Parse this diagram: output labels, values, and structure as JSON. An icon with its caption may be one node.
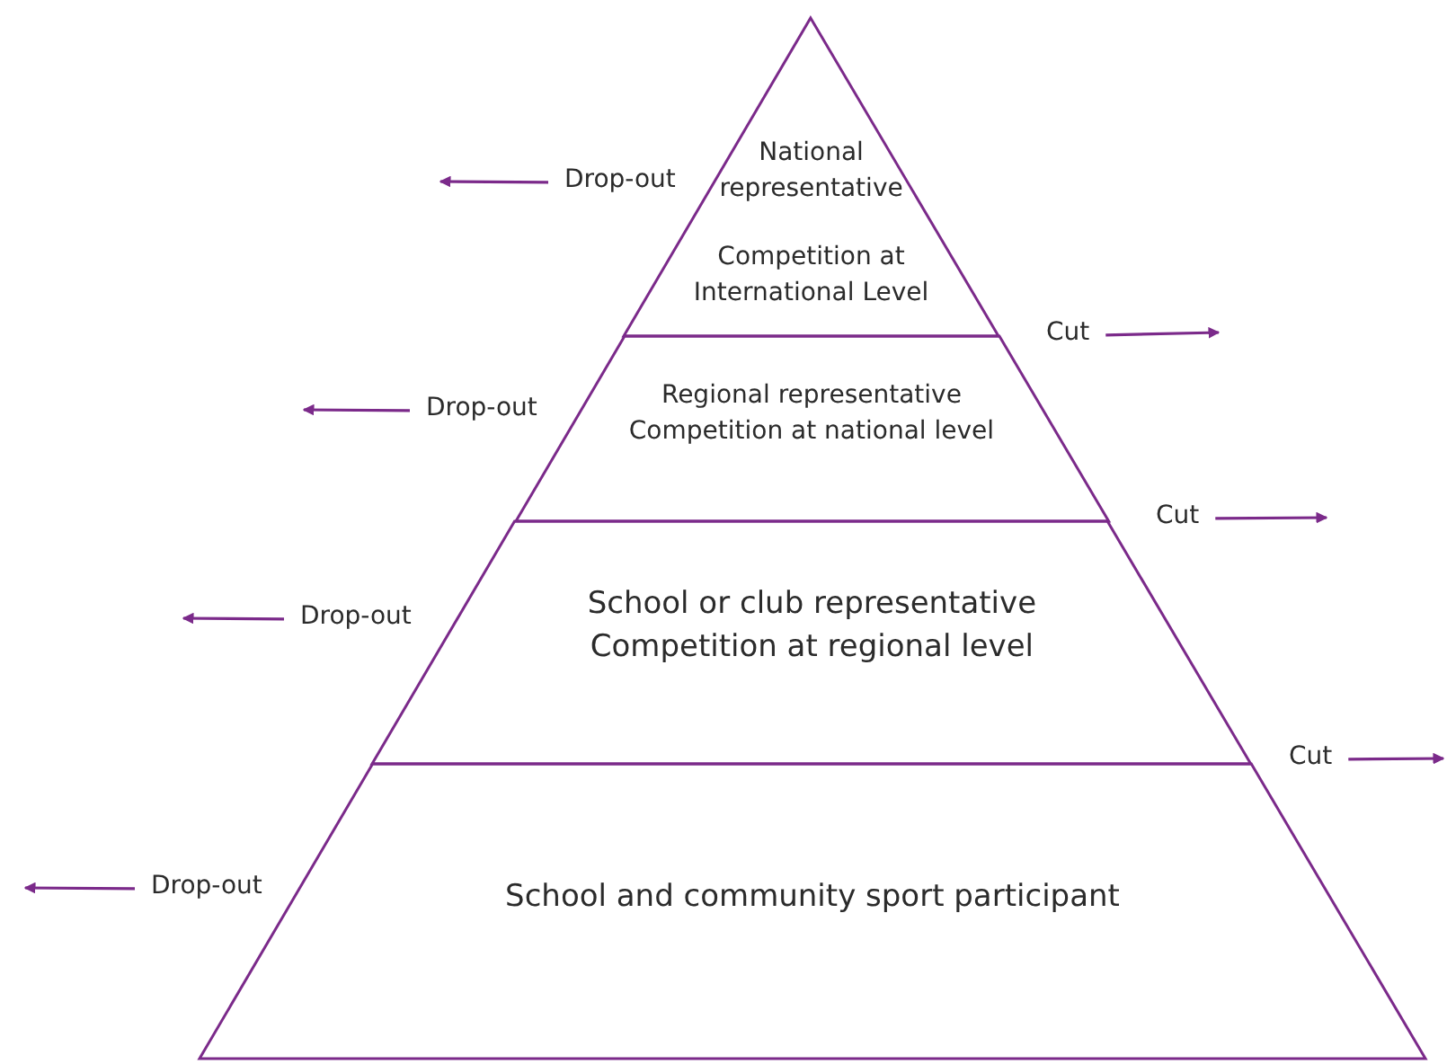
{
  "diagram": {
    "nodes": [
      {
        "text": [
          "National representative",
          "Competition at International Level"
        ]
      },
      {
        "text": [
          "Regional representative Competition at national level"
        ]
      },
      {
        "text": [
          "School or club representative Competition at regional level"
        ]
      },
      {
        "text": [
          "School and community sport participant"
        ]
      },
      {
        "text": [
          "Drop-out"
        ]
      },
      {
        "text": [
          "Cut"
        ]
      },
      {
        "text": [
          "Drop-out"
        ]
      },
      {
        "text": [
          "Cut"
        ]
      },
      {
        "text": [
          "Drop-out"
        ]
      },
      {
        "text": [
          "Cut"
        ]
      },
      {
        "text": [
          "Drop-out"
        ]
      }
    ],
    "edges": [
      {
        "from": 4,
        "to": null,
        "arrow": "to"
      },
      {
        "from": 5,
        "to": null,
        "arrow": "to"
      },
      {
        "from": 6,
        "to": null,
        "arrow": "to"
      },
      {
        "from": 7,
        "to": null,
        "arrow": "to"
      },
      {
        "from": 8,
        "to": null,
        "arrow": "to"
      },
      {
        "from": 9,
        "to": null,
        "arrow": "to"
      },
      {
        "from": 10,
        "to": null,
        "arrow": "to"
      }
    ]
  }
}
